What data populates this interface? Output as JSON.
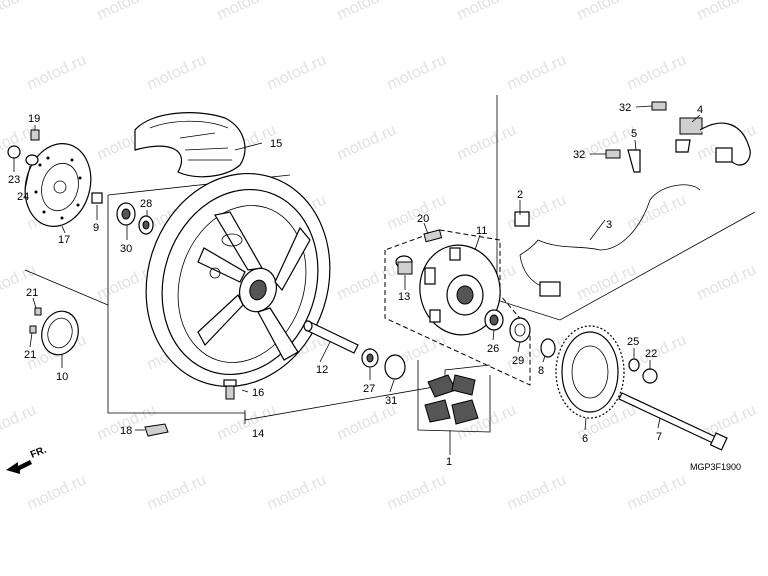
{
  "diagram": {
    "code": "MGP3F1900",
    "direction_label": "FR.",
    "watermark": "motod.ru",
    "callouts": [
      {
        "id": "c1",
        "text": "1"
      },
      {
        "id": "c2",
        "text": "2"
      },
      {
        "id": "c3",
        "text": "3"
      },
      {
        "id": "c4",
        "text": "4"
      },
      {
        "id": "c5",
        "text": "5"
      },
      {
        "id": "c6",
        "text": "6"
      },
      {
        "id": "c7",
        "text": "7"
      },
      {
        "id": "c8",
        "text": "8"
      },
      {
        "id": "c9",
        "text": "9"
      },
      {
        "id": "c10",
        "text": "10"
      },
      {
        "id": "c11",
        "text": "11"
      },
      {
        "id": "c12",
        "text": "12"
      },
      {
        "id": "c13",
        "text": "13"
      },
      {
        "id": "c14",
        "text": "14"
      },
      {
        "id": "c15",
        "text": "15"
      },
      {
        "id": "c16",
        "text": "16"
      },
      {
        "id": "c17",
        "text": "17"
      },
      {
        "id": "c18",
        "text": "18"
      },
      {
        "id": "c19",
        "text": "19"
      },
      {
        "id": "c20",
        "text": "20"
      },
      {
        "id": "c21a",
        "text": "21"
      },
      {
        "id": "c21b",
        "text": "21"
      },
      {
        "id": "c22",
        "text": "22"
      },
      {
        "id": "c23",
        "text": "23"
      },
      {
        "id": "c24",
        "text": "24"
      },
      {
        "id": "c25",
        "text": "25"
      },
      {
        "id": "c26",
        "text": "26"
      },
      {
        "id": "c27",
        "text": "27"
      },
      {
        "id": "c28",
        "text": "28"
      },
      {
        "id": "c29",
        "text": "29"
      },
      {
        "id": "c30",
        "text": "30"
      },
      {
        "id": "c31",
        "text": "31"
      },
      {
        "id": "c32a",
        "text": "32"
      },
      {
        "id": "c32b",
        "text": "32"
      }
    ]
  }
}
